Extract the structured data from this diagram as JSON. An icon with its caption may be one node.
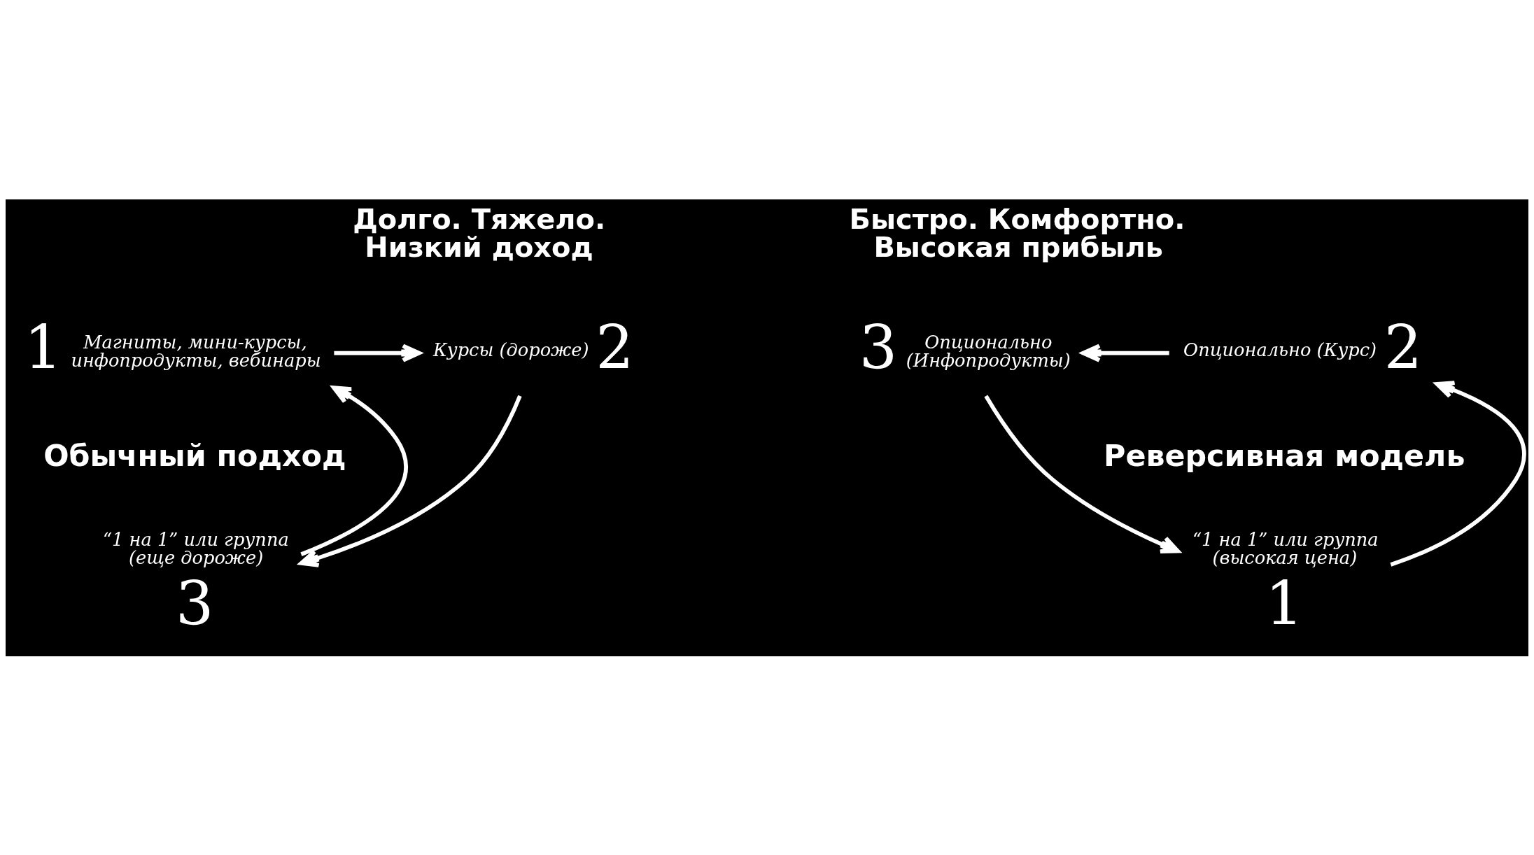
{
  "diagram": {
    "nodes": [
      {
        "text": [
          "Магниты, мини-курсы, инфопродукты, вебинары"
        ],
        "beside": [
          "1"
        ]
      },
      {
        "text": [
          "Курсы (дороже)"
        ],
        "beside": [
          "2"
        ]
      },
      {
        "text": [
          "“1 на 1” или группа (еще дороже)"
        ],
        "beside": [
          "3"
        ]
      },
      {
        "text": [
          "Опционально (Инфопродукты)"
        ],
        "beside": [
          "3"
        ]
      },
      {
        "text": [
          "Опционально (Курс)"
        ],
        "beside": [
          "2"
        ]
      },
      {
        "text": [
          "“1 на 1” или группа (высокая цена)"
        ],
        "beside": [
          "1"
        ]
      }
    ],
    "edges": [
      {
        "from": 0,
        "to": 1,
        "arrow": "to"
      },
      {
        "from": 1,
        "to": 2,
        "arrow": "to"
      },
      {
        "from": 2,
        "to": 0,
        "arrow": "to"
      },
      {
        "from": 4,
        "to": 3,
        "arrow": "to"
      },
      {
        "from": 3,
        "to": 5,
        "arrow": "to"
      },
      {
        "from": 5,
        "to": 4,
        "arrow": "to"
      }
    ],
    "labels": [
      "Долго. Тяжело. Низкий доход",
      "Обычный подход",
      "Быстро. Комфортно. Высокая прибыль",
      "Реверсивная модель"
    ]
  }
}
